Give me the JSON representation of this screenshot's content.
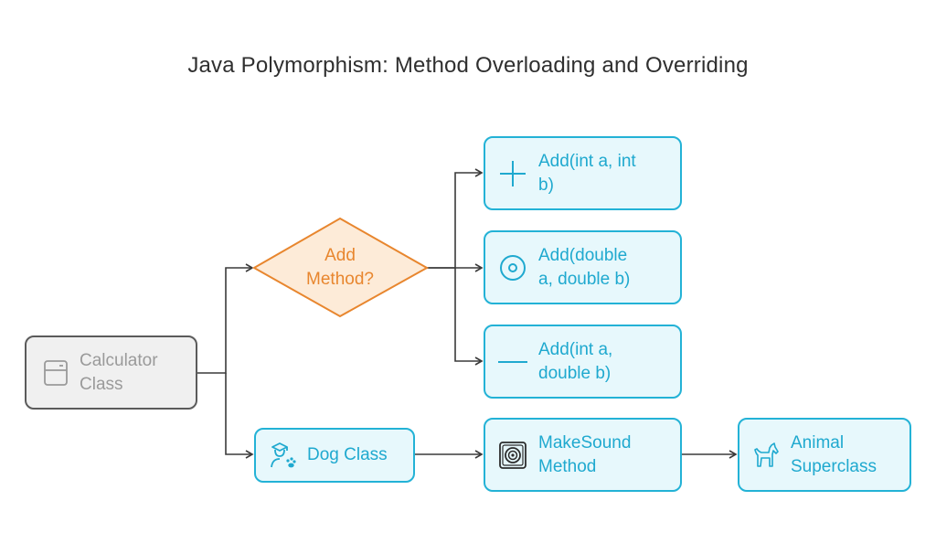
{
  "title": "Java Polymorphism: Method Overloading and Overriding",
  "colors": {
    "blue_border": "#23b2d6",
    "blue_fill": "#e7f8fc",
    "blue_text": "#1fa9cf",
    "gray_border": "#5b5b5b",
    "gray_fill": "#f0f0f0",
    "gray_text": "#9a9a9a",
    "orange": "#e8862e",
    "orange_fill": "#fdebd8",
    "connector": "#3a3a3a"
  },
  "nodes": {
    "calculator": {
      "line1": "Calculator",
      "line2": "Class",
      "icon": "calculator-icon"
    },
    "decision": {
      "line1": "Add",
      "line2": "Method?"
    },
    "add_int_int": {
      "line1": "Add(int a, int",
      "line2": "b)",
      "icon": "plus-icon"
    },
    "add_double_double": {
      "line1": "Add(double",
      "line2": "a, double b)",
      "icon": "target-icon"
    },
    "add_int_double": {
      "line1": "Add(int a,",
      "line2": "double b)",
      "icon": "minus-icon"
    },
    "dog": {
      "line1": "Dog Class",
      "icon": "dog-trainer-icon"
    },
    "makesound": {
      "line1": "MakeSound",
      "line2": "Method",
      "icon": "speaker-icon"
    },
    "animal": {
      "line1": "Animal",
      "line2": "Superclass",
      "icon": "horse-icon"
    }
  }
}
